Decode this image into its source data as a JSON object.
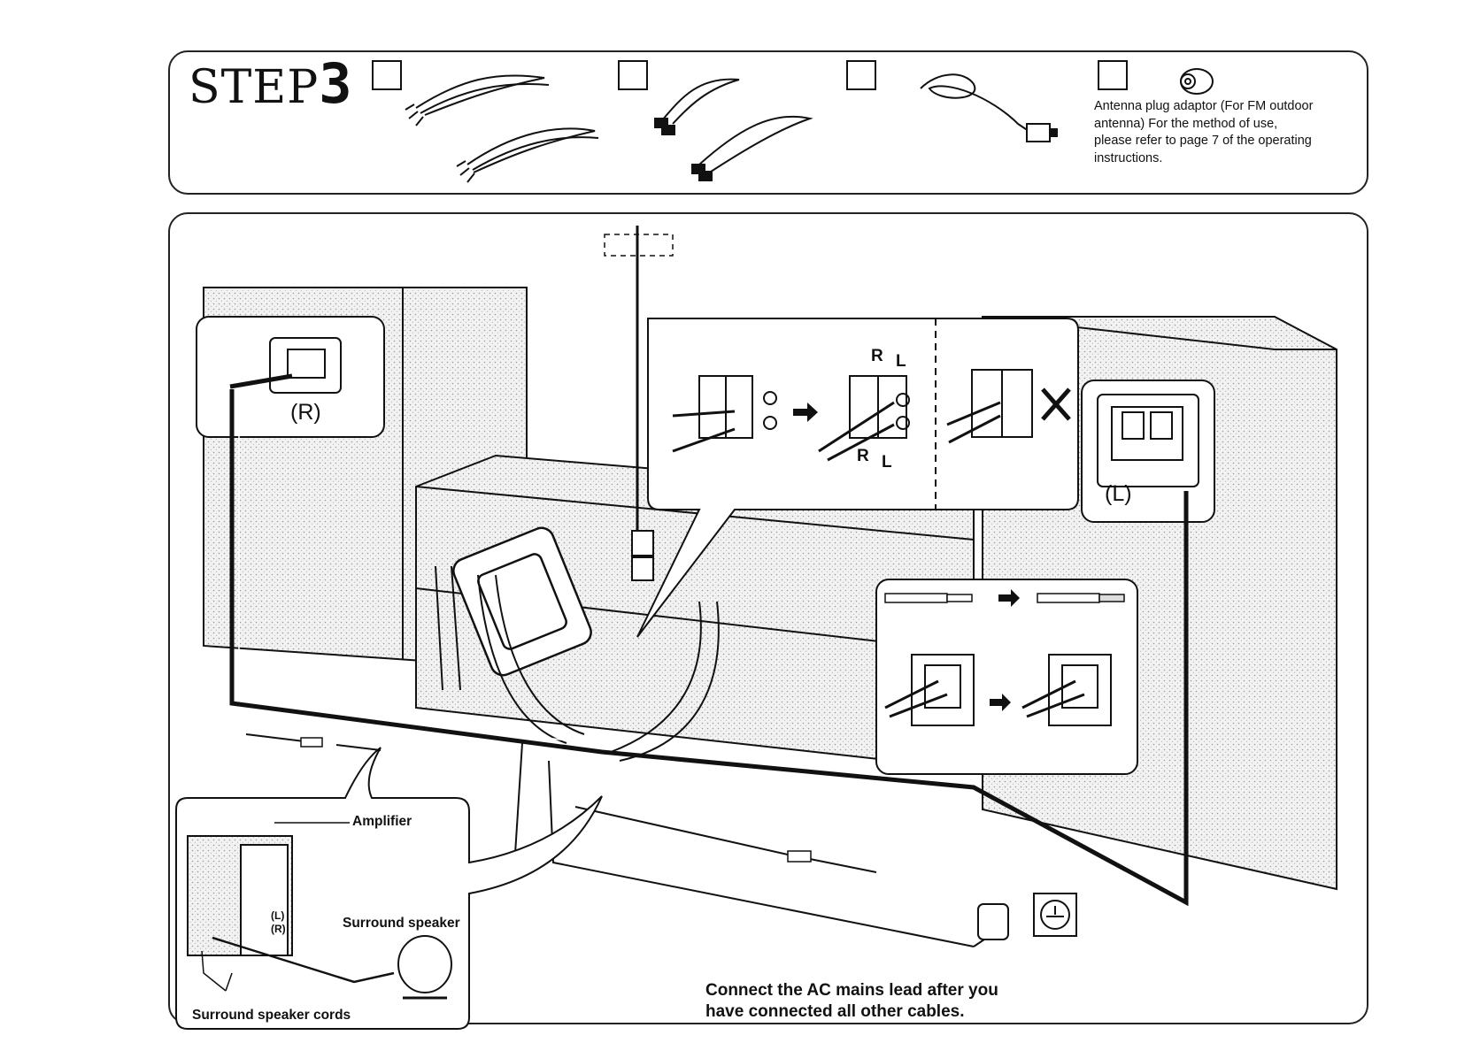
{
  "header": {
    "step_word": "STEP",
    "step_number": "3"
  },
  "accessories": {
    "adaptor_note": "Antenna plug adaptor (For FM outdoor antenna) For the method of use, please refer to page 7 of the operating instructions."
  },
  "labels": {
    "right_speaker": "(R)",
    "left_speaker": "(L)",
    "terminal_r_top": "R",
    "terminal_l_top": "L",
    "terminal_r_bottom": "R",
    "terminal_l_bottom": "L",
    "amplifier": "Amplifier",
    "surround_speaker": "Surround speaker",
    "surround_speaker_cords": "Surround speaker cords",
    "inset_l": "(L)",
    "inset_r": "(R)"
  },
  "caption": {
    "text": "Connect the AC mains lead after you have connected all other cables."
  },
  "icons": [
    "speaker-cord-icon",
    "audio-cord-icon",
    "ac-mains-lead-icon",
    "antenna-adaptor-icon",
    "wall-outlet-icon",
    "not-allowed-icon",
    "arrow-icon"
  ]
}
